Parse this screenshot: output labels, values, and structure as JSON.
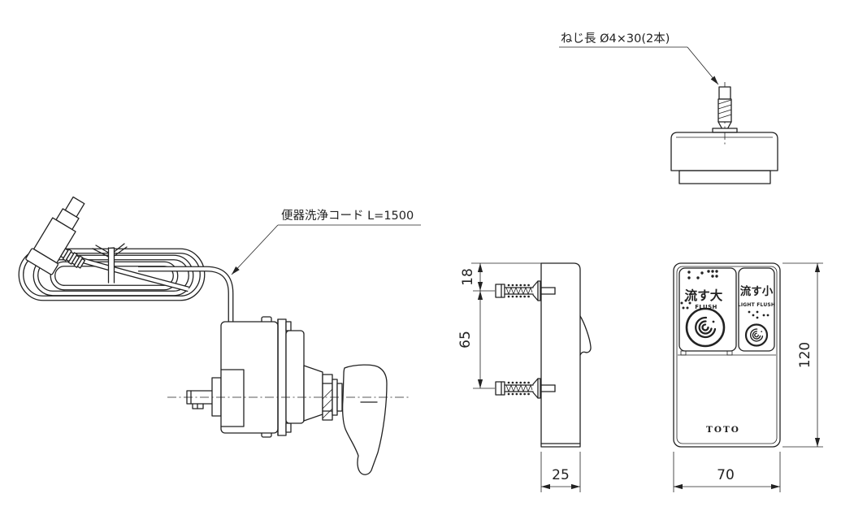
{
  "colors": {
    "line": "#222222",
    "background": "#ffffff"
  },
  "annotations": {
    "screw_note": "ねじ長 Ø4×30(2本)",
    "cord_note": "便器洗浄コード L=1500"
  },
  "dimensions": {
    "screw_top_offset_mm": "18",
    "screw_pitch_mm": "65",
    "depth_mm": "25",
    "height_mm": "120",
    "width_mm": "70"
  },
  "remote": {
    "flush_large_jp": "流す大",
    "flush_large_en": "FLUSH",
    "flush_small_jp": "流す小",
    "flush_small_en": "LIGHT FLUSH",
    "brand": "TOTO"
  },
  "icons": {
    "flush_large_button_icon": "water-swirl-icon",
    "flush_small_button_icon": "water-swirl-icon",
    "braille_markings": "braille-dots",
    "leader_arrows": "dimension-arrowheads"
  }
}
